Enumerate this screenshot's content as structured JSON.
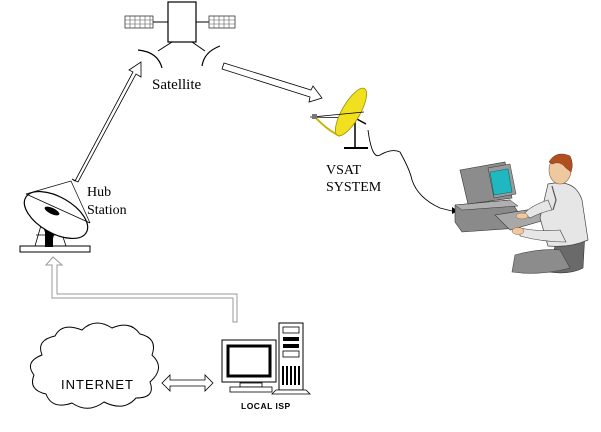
{
  "diagram": {
    "title": "VSAT network diagram",
    "labels": {
      "satellite": "Satellite",
      "hub_line1": "Hub",
      "hub_line2": "Station",
      "vsat_line1": "VSAT",
      "vsat_line2": "SYSTEM",
      "internet": "INTERNET",
      "local_isp": "LOCAL ISP"
    },
    "nodes": [
      {
        "id": "satellite",
        "label": "Satellite",
        "icon": "satellite-icon"
      },
      {
        "id": "hub",
        "label": "Hub Station",
        "icon": "satellite-dish-icon"
      },
      {
        "id": "vsat",
        "label": "VSAT SYSTEM",
        "icon": "yellow-dish-antenna-icon"
      },
      {
        "id": "user",
        "label": "",
        "icon": "man-at-computer-icon"
      },
      {
        "id": "isp",
        "label": "LOCAL ISP",
        "icon": "server-computer-icon"
      },
      {
        "id": "internet",
        "label": "INTERNET",
        "icon": "cloud-icon"
      }
    ],
    "edges": [
      {
        "from": "hub",
        "to": "satellite",
        "style": "hollow-arrow"
      },
      {
        "from": "satellite",
        "to": "vsat",
        "style": "hollow-arrow"
      },
      {
        "from": "vsat",
        "to": "user",
        "style": "cable-line-arrow"
      },
      {
        "from": "isp",
        "to": "hub",
        "style": "hollow-elbow-arrow"
      },
      {
        "from": "internet",
        "to": "isp",
        "style": "double-headed-hollow-arrow"
      }
    ],
    "colors": {
      "dish_yellow": "#f0e020",
      "screen_cyan": "#20b8c0",
      "line": "#000000",
      "arrow_gray": "#999999"
    }
  }
}
